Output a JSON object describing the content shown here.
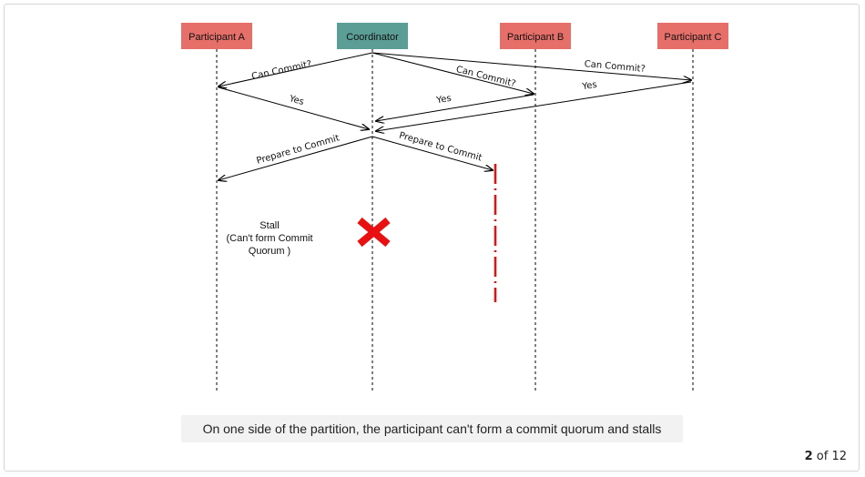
{
  "diagram": {
    "participants": [
      {
        "id": "a",
        "label": "Participant A",
        "color": "#e76f6a"
      },
      {
        "id": "coord",
        "label": "Coordinator",
        "color": "#5a9e95"
      },
      {
        "id": "b",
        "label": "Participant B",
        "color": "#e76f6a"
      },
      {
        "id": "c",
        "label": "Participant C",
        "color": "#e76f6a"
      }
    ],
    "messages": [
      {
        "from": "coord",
        "to": "a",
        "label": "Can Commit?"
      },
      {
        "from": "coord",
        "to": "b",
        "label": "Can Commit?"
      },
      {
        "from": "coord",
        "to": "c",
        "label": "Can Commit?"
      },
      {
        "from": "a",
        "to": "coord",
        "label": "Yes"
      },
      {
        "from": "b",
        "to": "coord",
        "label": "Yes"
      },
      {
        "from": "c",
        "to": "coord",
        "label": "Yes"
      },
      {
        "from": "coord",
        "to": "a",
        "label": "Prepare to Commit"
      },
      {
        "from": "coord",
        "to": "b",
        "label": "Prepare to Commit"
      }
    ],
    "stall_note": [
      "Stall",
      "(Can't form Commit",
      "Quorum )"
    ],
    "failure_marker": "coordinator-crash",
    "partition_color": "#e81010"
  },
  "caption": "On one side of the partition, the participant can't form a commit quorum and stalls",
  "pager": {
    "current": "2",
    "of_label": "of",
    "total": "12"
  }
}
